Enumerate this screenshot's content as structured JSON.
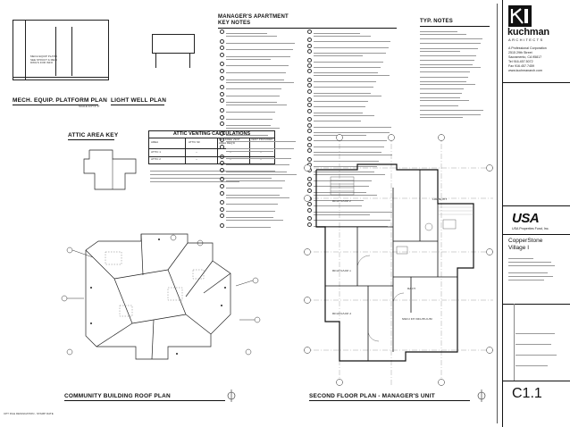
{
  "sheet": {
    "number": "C1.1",
    "footer_left": "CPT FILE DESIGNATION - STAMP DATE"
  },
  "titles": {
    "mech_equip": "MECH. EQUIP. PLATFORM PLAN",
    "light_well": "LIGHT WELL PLAN",
    "attic_key": "ATTIC AREA KEY",
    "attic_calc": "ATTIC VENTING CALCULATIONS",
    "mgr_notes_1": "MANAGER'S APARTMENT",
    "mgr_notes_2": "KEY NOTES",
    "typ_notes": "TYP. NOTES",
    "roof_plan": "COMMUNITY BUILDING ROOF PLAN",
    "second_floor": "SECOND FLOOR PLAN - MANAGER'S UNIT"
  },
  "firm": {
    "name": "kuchman",
    "sub": "ARCHITECTS",
    "address": [
      "A Professional Corporation",
      "2515 29th Street",
      "Sacramento, CA 95817",
      "Tel 916.457.5072",
      "Fax 916.457.7459",
      "www.kuchmanarch.com"
    ]
  },
  "client": {
    "logo": "USA",
    "name": "USA Properties Fund, Inc."
  },
  "project": {
    "name_line1": "CopperStone",
    "name_line2": "Village I"
  },
  "room_labels": {
    "bedroom1": "BEDROOM 1",
    "bedroom2": "BEDROOM 2",
    "bedroom3": "BEDROOM 3",
    "bath": "BATH",
    "master": "MASTER BEDROOM",
    "laundry": "LAUNDRY"
  },
  "attic_table": {
    "headers": [
      "AREA",
      "ATTIC SF",
      "NET FREE VENT AREA REQ'D",
      "VENT PROVIDED"
    ],
    "rows": [
      [
        "ATTIC 1",
        "--",
        "--",
        "--"
      ],
      [
        "ATTIC 2",
        "--",
        "--",
        "--"
      ]
    ]
  },
  "colors": {
    "ink": "#111111",
    "paper": "#ffffff"
  }
}
